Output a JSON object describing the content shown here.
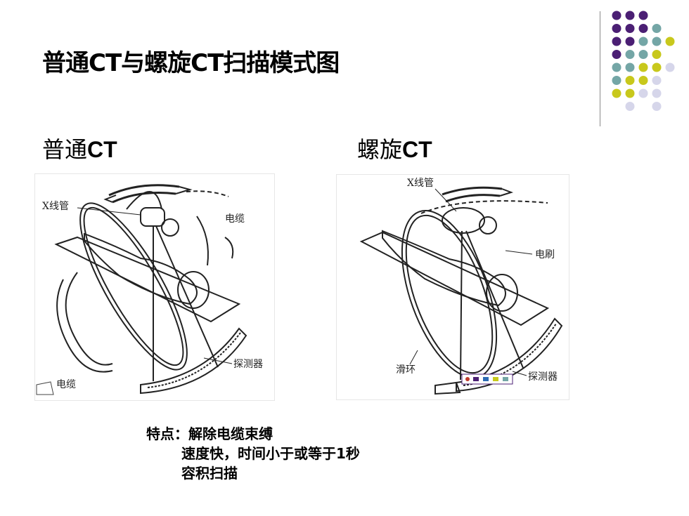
{
  "slide": {
    "title": "普通CT与螺旋CT扫描模式图",
    "left_heading_cn": "普通",
    "left_heading_en": "CT",
    "right_heading_cn": "螺旋",
    "right_heading_en": "CT"
  },
  "left_figure": {
    "labels": {
      "xray_tube": "X线管",
      "cable_top": "电缆",
      "detector": "探测器",
      "cable_bottom": "电缆"
    }
  },
  "right_figure": {
    "labels": {
      "xray_tube": "X线管",
      "brush": "电刷",
      "slip_ring": "滑环",
      "detector": "探测器"
    }
  },
  "notes": {
    "line1": "特点：解除电缆束缚",
    "line2": "速度快，时间小于或等于1秒",
    "line3": "容积扫描"
  },
  "decor": {
    "colors": {
      "purple": "#4b1f74",
      "teal": "#74a6a6",
      "olive": "#c8c81c",
      "lavender": "#d6d6ea",
      "divider": "#8a8a8a"
    }
  }
}
